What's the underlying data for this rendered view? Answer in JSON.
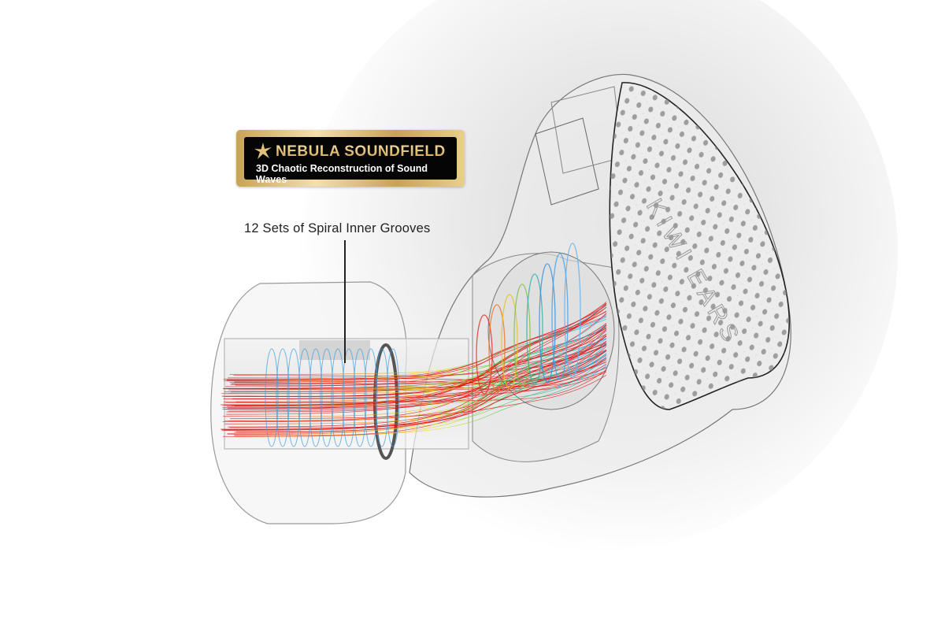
{
  "badge": {
    "title": "NEBULA SOUNDFIELD",
    "subtitle": "3D Chaotic Reconstruction of Sound Waves",
    "icon": "star-burst-icon",
    "colors": {
      "gold": "#d8b26a",
      "background": "#050505"
    }
  },
  "callout": {
    "label": "12 Sets of Spiral Inner Grooves"
  },
  "illustration": {
    "subject": "earphone-cutaway",
    "faceplate_logo": "KIWI EARS",
    "colors": {
      "airflow_primary": "#e01010",
      "airflow_secondary": "#2aa0e0",
      "outline": "#777777"
    }
  }
}
